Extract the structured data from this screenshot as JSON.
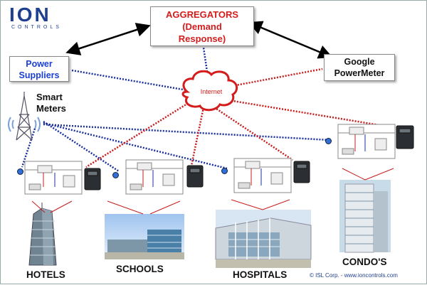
{
  "logo": {
    "main": "ION",
    "sub": "CONTROLS"
  },
  "aggregators": {
    "line1": "AGGREGATORS",
    "line2": "(Demand",
    "line3": "Response)"
  },
  "power_suppliers": {
    "line1": "Power",
    "line2": "Suppliers"
  },
  "google": {
    "line1": "Google",
    "line2": "PowerMeter"
  },
  "smart_meters": {
    "line1": "Smart",
    "line2": "Meters"
  },
  "internet_label": "Internet",
  "buildings": {
    "hotels": "HOTELS",
    "schools": "SCHOOLS",
    "hospitals": "HOSPITALS",
    "condos": "CONDO'S"
  },
  "copyright": "© ISL Corp.  -  www.ioncontrols.com",
  "colors": {
    "blue_link": "#1a3fd4",
    "red_link": "#c81c1c",
    "brand": "#1f3f8f"
  }
}
